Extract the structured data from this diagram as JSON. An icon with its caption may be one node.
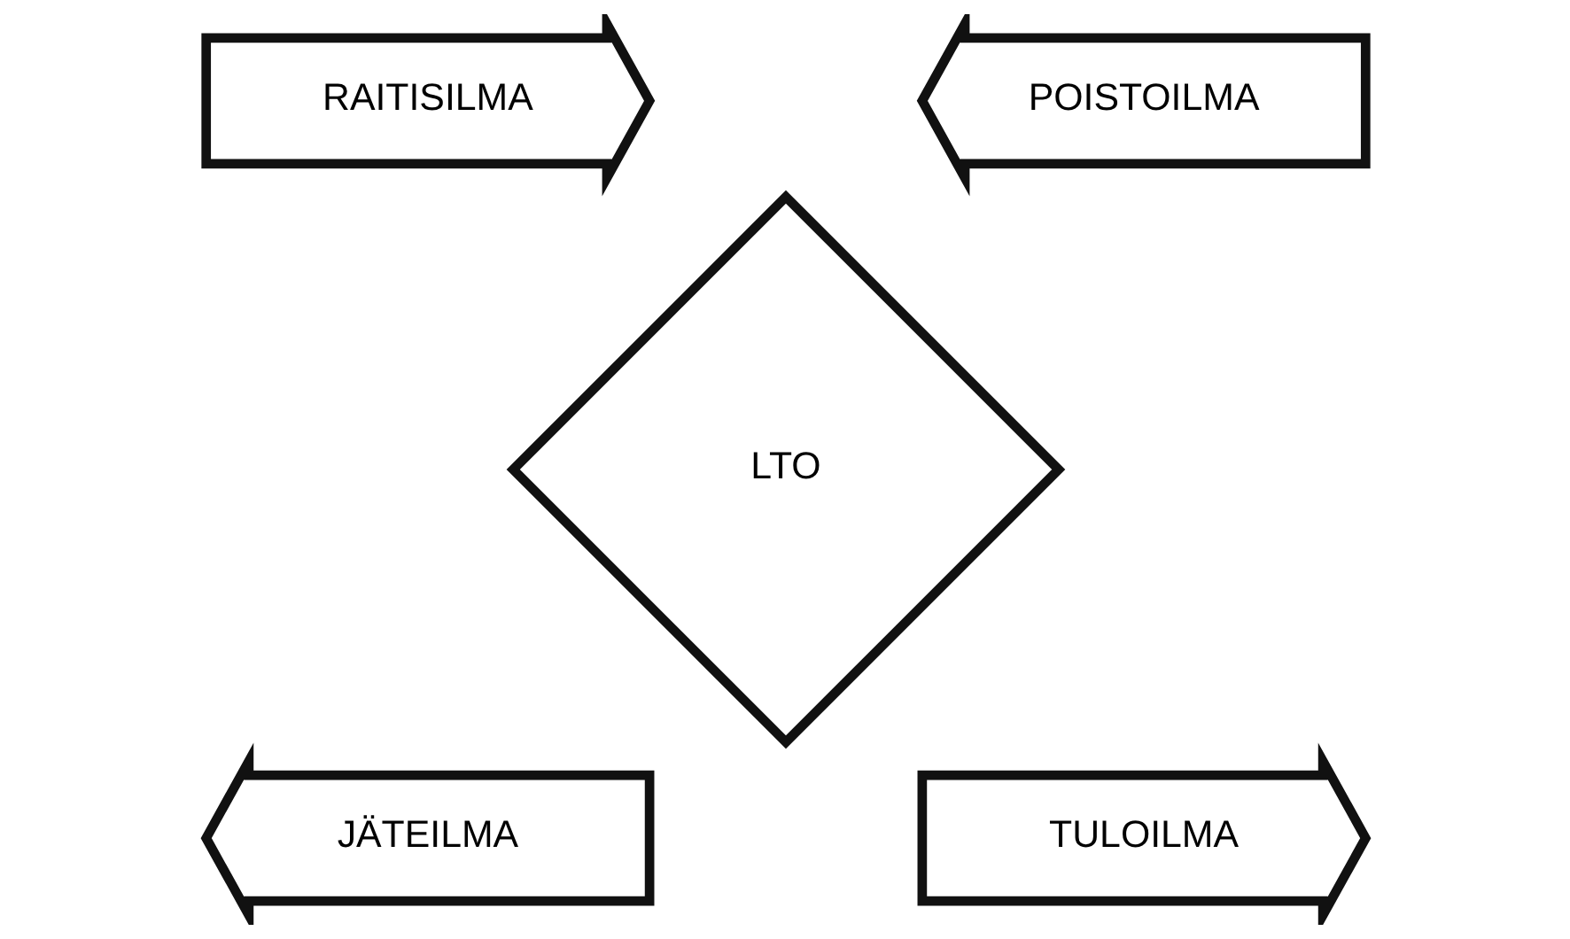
{
  "diagram": {
    "nodes": [
      {
        "text": [
          "RAITISILMA"
        ]
      },
      {
        "text": [
          "POISTOILMA"
        ]
      },
      {
        "text": [
          "LTO"
        ]
      },
      {
        "text": [
          "JÄTEILMA"
        ]
      },
      {
        "text": [
          "TULOILMA"
        ]
      }
    ]
  }
}
